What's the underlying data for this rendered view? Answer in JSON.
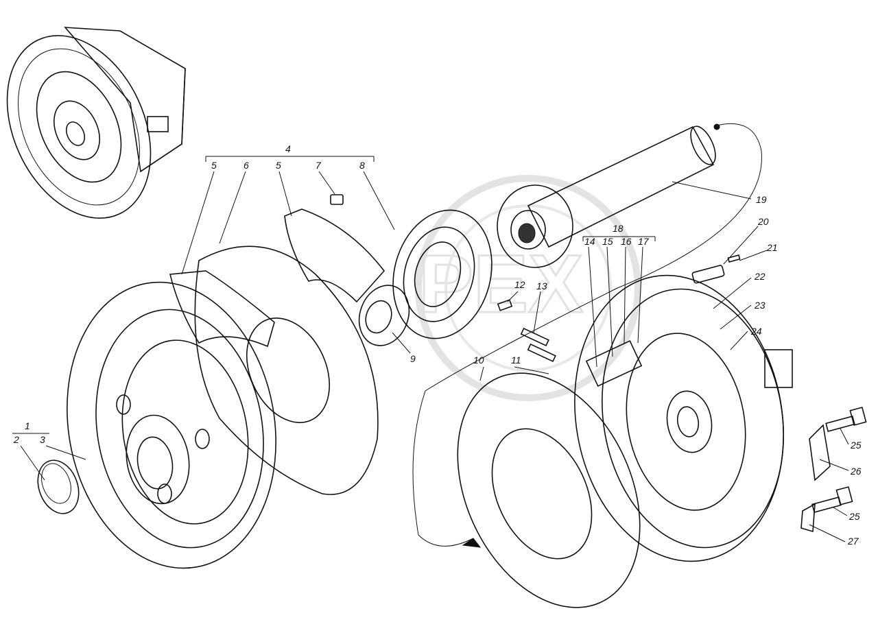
{
  "watermark": "PEX",
  "labels": [
    {
      "id": "1",
      "text": "1"
    },
    {
      "id": "2",
      "text": "2"
    },
    {
      "id": "3",
      "text": "3"
    },
    {
      "id": "4",
      "text": "4"
    },
    {
      "id": "5a",
      "text": "5"
    },
    {
      "id": "6",
      "text": "6"
    },
    {
      "id": "5b",
      "text": "5"
    },
    {
      "id": "7",
      "text": "7"
    },
    {
      "id": "8",
      "text": "8"
    },
    {
      "id": "9",
      "text": "9"
    },
    {
      "id": "10",
      "text": "10"
    },
    {
      "id": "11",
      "text": "11"
    },
    {
      "id": "12",
      "text": "12"
    },
    {
      "id": "13",
      "text": "13"
    },
    {
      "id": "14",
      "text": "14"
    },
    {
      "id": "15",
      "text": "15"
    },
    {
      "id": "16",
      "text": "16"
    },
    {
      "id": "17",
      "text": "17"
    },
    {
      "id": "18",
      "text": "18"
    },
    {
      "id": "19",
      "text": "19"
    },
    {
      "id": "20",
      "text": "20"
    },
    {
      "id": "21",
      "text": "21"
    },
    {
      "id": "22",
      "text": "22"
    },
    {
      "id": "23",
      "text": "23"
    },
    {
      "id": "24",
      "text": "24"
    },
    {
      "id": "25a",
      "text": "25"
    },
    {
      "id": "26",
      "text": "26"
    },
    {
      "id": "25b",
      "text": "25"
    },
    {
      "id": "27",
      "text": "27"
    }
  ]
}
